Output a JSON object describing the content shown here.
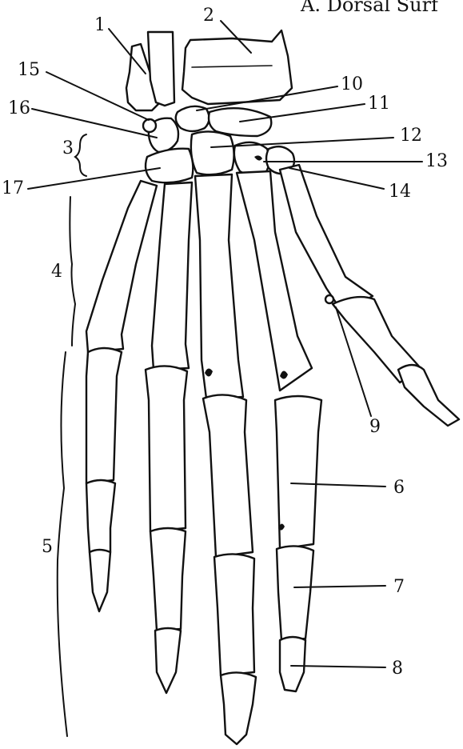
{
  "title": "A. Dorsal Surf",
  "labels": {
    "l1": "1",
    "l2": "2",
    "l3": "3",
    "l4": "4",
    "l5": "5",
    "l6": "6",
    "l7": "7",
    "l8": "8",
    "l9": "9",
    "l10": "10",
    "l11": "11",
    "l12": "12",
    "l13": "13",
    "l14": "14",
    "l15": "15",
    "l16": "16",
    "l17": "17"
  }
}
